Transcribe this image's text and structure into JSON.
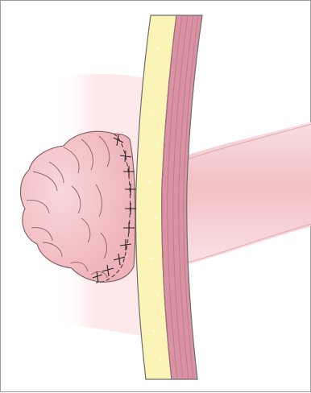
{
  "figure": {
    "parts": [
      {
        "name": "tissue-mass",
        "color": "#f3c3c6"
      },
      {
        "name": "fat-layer",
        "color": "#fbf3b4"
      },
      {
        "name": "muscle-layer",
        "color": "#d98ea2"
      },
      {
        "name": "tube-structure",
        "color": "#f5cfd2"
      },
      {
        "name": "background-blush",
        "color": "#fdecee"
      }
    ],
    "annotations": []
  }
}
